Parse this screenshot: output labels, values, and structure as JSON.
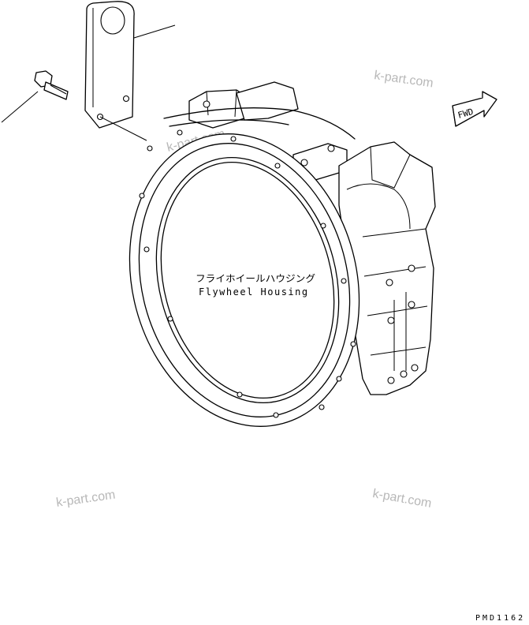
{
  "part": {
    "name_jp": "フライホイールハウジング",
    "name_en": "Flywheel Housing"
  },
  "fwd_label": "FWD",
  "watermarks": [
    "k-part.com",
    "k-part.com",
    "k-part.com",
    "k-part.com"
  ],
  "drawing_code": "PMD1162",
  "colors": {
    "line": "#000000",
    "background": "#ffffff",
    "watermark": "#b8b8b8"
  }
}
